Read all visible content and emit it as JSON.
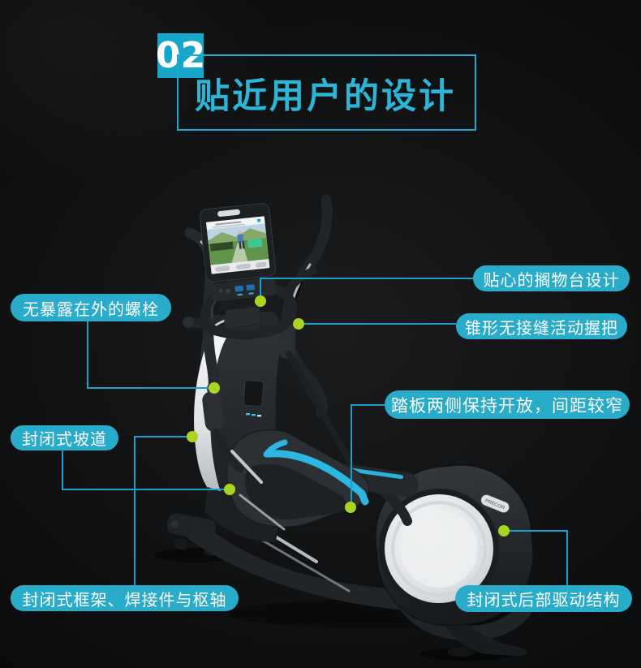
{
  "header": {
    "number": "02",
    "title": "贴近用户的设计"
  },
  "colors": {
    "background_base": "#0c0d0e",
    "accent_cyan": "#29acc9",
    "title_cyan": "#2bb6d8",
    "number_square_bg": "#16a6c9",
    "number_text": "#ffffff",
    "box_border": "#1fa9cd",
    "line": "#1c9ecb",
    "dot_green": "#a8d51f",
    "pill_text": "#ffffff",
    "machine_accent_blue": "#2db6e2"
  },
  "machine": {
    "name": "elliptical-trainer",
    "badge": "PRECOR"
  },
  "callouts": [
    {
      "id": "no-exposed-bolts",
      "label": "无暴露在外的螺栓",
      "side": "left"
    },
    {
      "id": "closed-ramp",
      "label": "封闭式坡道",
      "side": "left"
    },
    {
      "id": "closed-frame-weldments-pivots",
      "label": "封闭式框架、焊接件与枢轴",
      "side": "left"
    },
    {
      "id": "shelf-design",
      "label": "贴心的搁物台设计",
      "side": "right"
    },
    {
      "id": "seamless-swivel-grip",
      "label": "锥形无接缝活动握把",
      "side": "right"
    },
    {
      "id": "open-pedal-sides",
      "label": "踏板两侧保持开放，间距较窄",
      "side": "right"
    },
    {
      "id": "closed-rear-drive",
      "label": "封闭式后部驱动结构",
      "side": "right"
    }
  ]
}
